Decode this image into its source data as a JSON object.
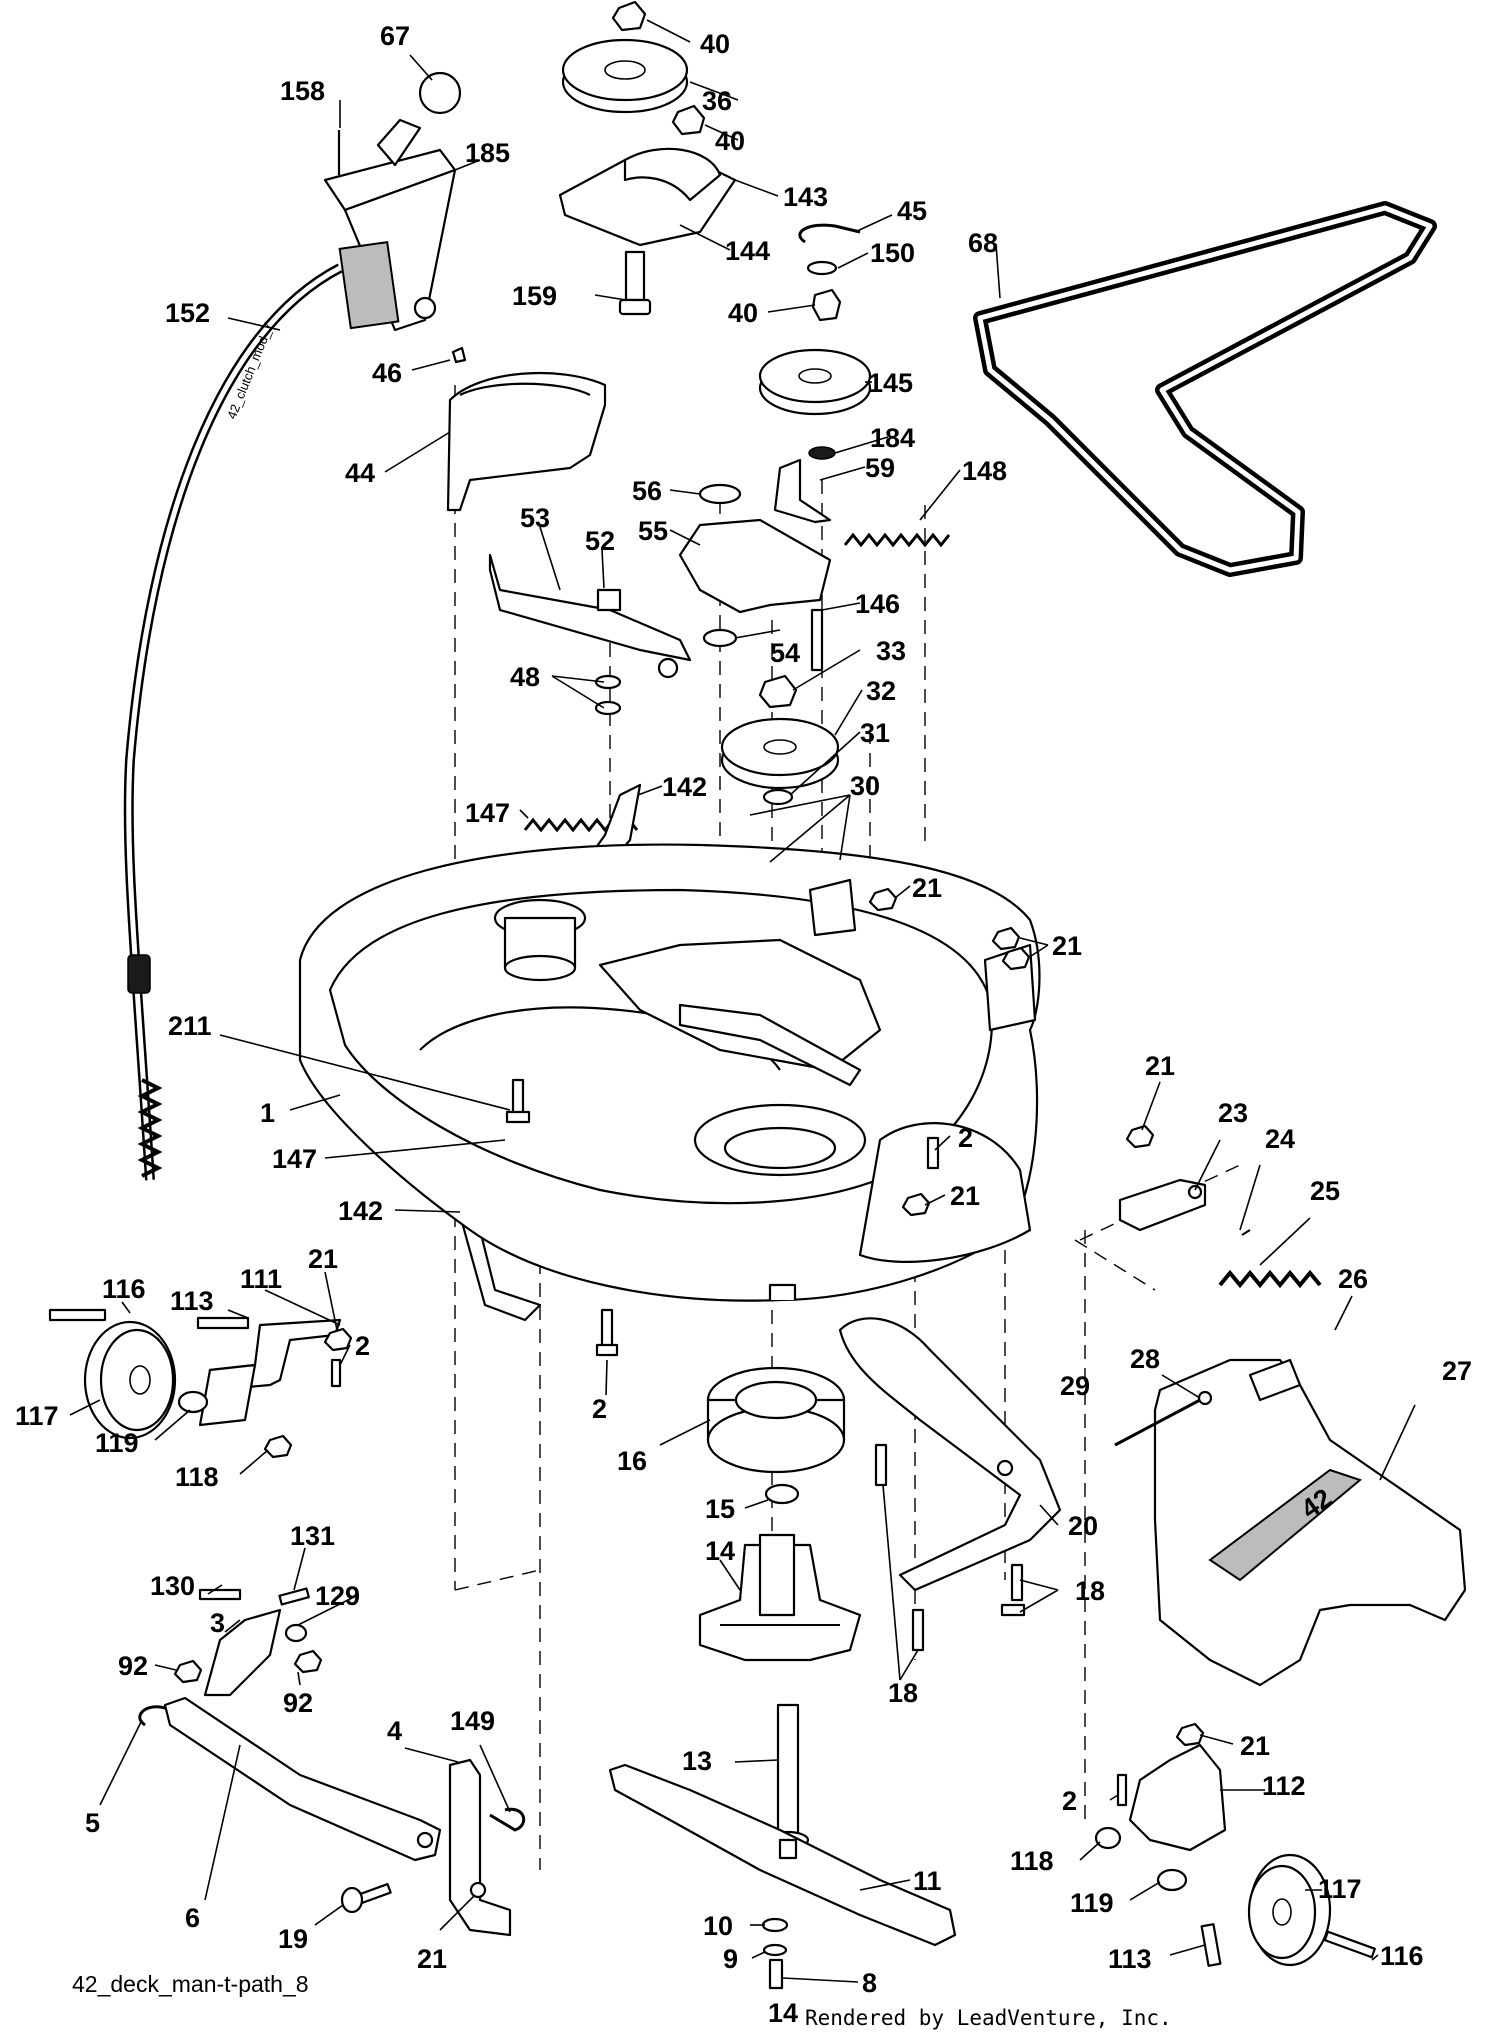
{
  "diagram": {
    "drawing_name": "42_deck_man-t-path_8",
    "cable_label": "42_clutch_mod_7",
    "credit": "Rendered by LeadVenture, Inc.",
    "cover_badge": "42",
    "callouts": {
      "c67": "67",
      "c158": "158",
      "c185": "185",
      "c152": "152",
      "c40a": "40",
      "c36": "36",
      "c40b": "40",
      "c143": "143",
      "c144": "144",
      "c159": "159",
      "c45": "45",
      "c150": "150",
      "c40c": "40",
      "c145": "145",
      "c184": "184",
      "c68": "68",
      "c46": "46",
      "c44": "44",
      "c53": "53",
      "c52": "52",
      "c56": "56",
      "c55": "55",
      "c59": "59",
      "c148": "148",
      "c146": "146",
      "c54": "54",
      "c48": "48",
      "c33": "33",
      "c32": "32",
      "c31": "31",
      "c30": "30",
      "c147a": "147",
      "c142a": "142",
      "c21a": "21",
      "c21b": "21",
      "c211": "211",
      "c1": "1",
      "c147b": "147",
      "c142b": "142",
      "c21c": "21",
      "c23": "23",
      "c24": "24",
      "c25": "25",
      "c2a": "2",
      "c21d": "21",
      "c26": "26",
      "c21e": "21",
      "c2b": "2",
      "c113a": "113",
      "c111": "111",
      "c116a": "116",
      "c117a": "117",
      "c119a": "119",
      "c118a": "118",
      "c2c": "2",
      "c16": "16",
      "c28": "28",
      "c27": "27",
      "c29": "29",
      "c15": "15",
      "c14a": "14",
      "c20": "20",
      "c18a": "18",
      "c18b": "18",
      "c131": "131",
      "c130": "130",
      "c129": "129",
      "c3": "3",
      "c92a": "92",
      "c92b": "92",
      "c5": "5",
      "c6": "6",
      "c4": "4",
      "c149": "149",
      "c19": "19",
      "c21f": "21",
      "c13": "13",
      "c11": "11",
      "c10": "10",
      "c9": "9",
      "c8": "8",
      "c14b": "14",
      "c21g": "21",
      "c112": "112",
      "c2d": "2",
      "c118b": "118",
      "c119b": "119",
      "c117b": "117",
      "c113b": "113",
      "c116b": "116"
    }
  }
}
